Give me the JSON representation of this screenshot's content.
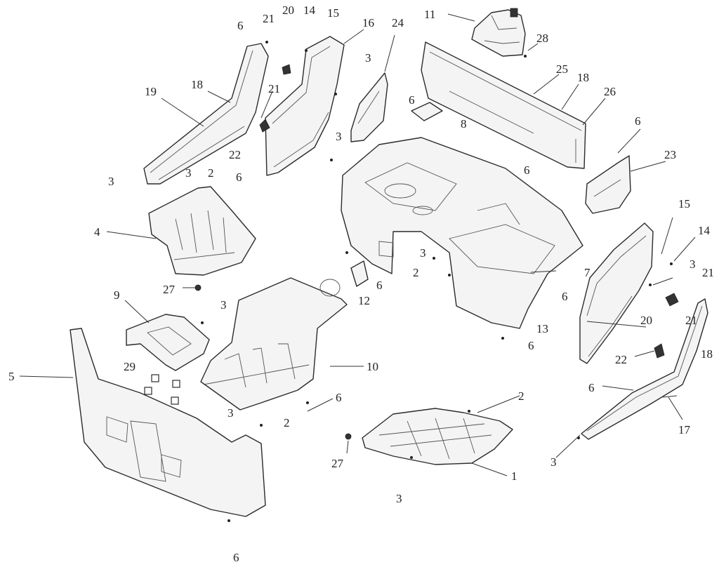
{
  "callouts": [
    {
      "id": "c6a",
      "text": "6"
    },
    {
      "id": "c21a",
      "text": "21"
    },
    {
      "id": "c20a",
      "text": "20"
    },
    {
      "id": "c14a",
      "text": "14"
    },
    {
      "id": "c15a",
      "text": "15"
    },
    {
      "id": "c16",
      "text": "16"
    },
    {
      "id": "c24",
      "text": "24"
    },
    {
      "id": "c11",
      "text": "11"
    },
    {
      "id": "c28",
      "text": "28"
    },
    {
      "id": "c25",
      "text": "25"
    },
    {
      "id": "c18a",
      "text": "18"
    },
    {
      "id": "c26",
      "text": "26"
    },
    {
      "id": "c19",
      "text": "19"
    },
    {
      "id": "c18b",
      "text": "18"
    },
    {
      "id": "c21b",
      "text": "21"
    },
    {
      "id": "c3a",
      "text": "3"
    },
    {
      "id": "c6b",
      "text": "6"
    },
    {
      "id": "c8",
      "text": "8"
    },
    {
      "id": "c6c",
      "text": "6"
    },
    {
      "id": "c22a",
      "text": "22"
    },
    {
      "id": "c3b",
      "text": "3"
    },
    {
      "id": "c6d",
      "text": "6"
    },
    {
      "id": "c6e",
      "text": "6"
    },
    {
      "id": "c23",
      "text": "23"
    },
    {
      "id": "c3c",
      "text": "3"
    },
    {
      "id": "c2a",
      "text": "2"
    },
    {
      "id": "c3d",
      "text": "3"
    },
    {
      "id": "c4",
      "text": "4"
    },
    {
      "id": "c15b",
      "text": "15"
    },
    {
      "id": "c14b",
      "text": "14"
    },
    {
      "id": "c3e",
      "text": "3"
    },
    {
      "id": "c2b",
      "text": "2"
    },
    {
      "id": "c6f",
      "text": "6"
    },
    {
      "id": "c7",
      "text": "7"
    },
    {
      "id": "c3f",
      "text": "3"
    },
    {
      "id": "c21c",
      "text": "21"
    },
    {
      "id": "c27a",
      "text": "27"
    },
    {
      "id": "c12",
      "text": "12"
    },
    {
      "id": "c9",
      "text": "9"
    },
    {
      "id": "c3g",
      "text": "3"
    },
    {
      "id": "c6g",
      "text": "6"
    },
    {
      "id": "c13",
      "text": "13"
    },
    {
      "id": "c20b",
      "text": "20"
    },
    {
      "id": "c21d",
      "text": "21"
    },
    {
      "id": "c6h",
      "text": "6"
    },
    {
      "id": "c18c",
      "text": "18"
    },
    {
      "id": "c22b",
      "text": "22"
    },
    {
      "id": "c5",
      "text": "5"
    },
    {
      "id": "c10",
      "text": "10"
    },
    {
      "id": "c29",
      "text": "29"
    },
    {
      "id": "c6i",
      "text": "6"
    },
    {
      "id": "c2c",
      "text": "2"
    },
    {
      "id": "c6j",
      "text": "6"
    },
    {
      "id": "c3h",
      "text": "3"
    },
    {
      "id": "c2d",
      "text": "2"
    },
    {
      "id": "c17",
      "text": "17"
    },
    {
      "id": "c27b",
      "text": "27"
    },
    {
      "id": "c1",
      "text": "1"
    },
    {
      "id": "c3i",
      "text": "3"
    },
    {
      "id": "c3j",
      "text": "3"
    },
    {
      "id": "c6k",
      "text": "6"
    }
  ]
}
